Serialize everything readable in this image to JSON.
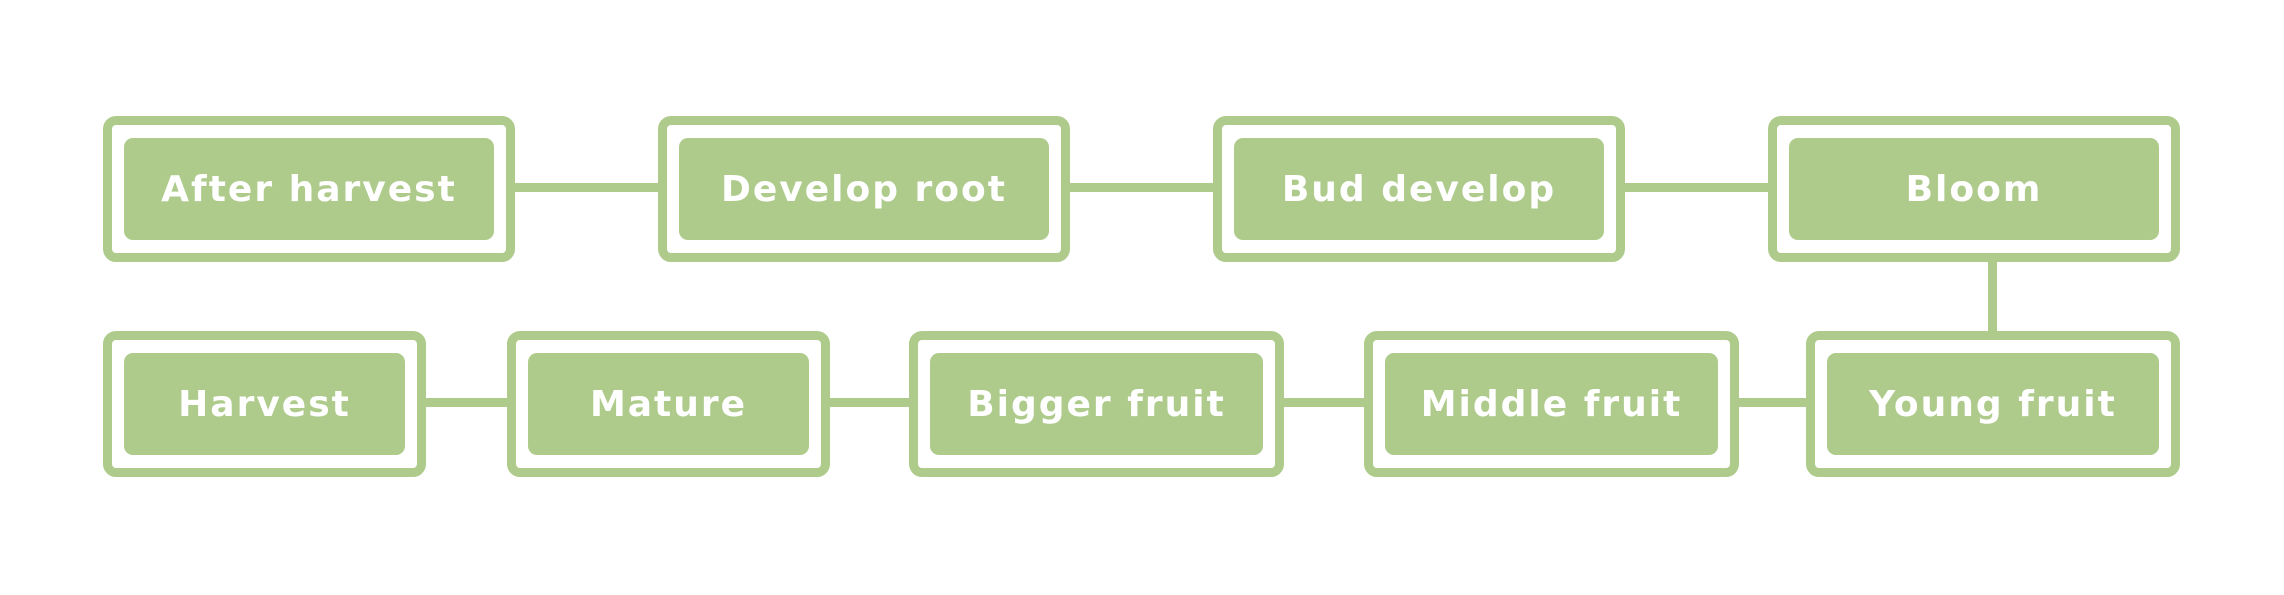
{
  "stages": [
    {
      "label": "After harvest"
    },
    {
      "label": "Develop root"
    },
    {
      "label": "Bud develop"
    },
    {
      "label": "Bloom"
    },
    {
      "label": "Young fruit"
    },
    {
      "label": "Middle fruit"
    },
    {
      "label": "Bigger fruit"
    },
    {
      "label": "Mature"
    },
    {
      "label": "Harvest"
    }
  ],
  "colors": {
    "accent": "#aecb8c",
    "text": "#ffffff",
    "background": "#ffffff"
  }
}
